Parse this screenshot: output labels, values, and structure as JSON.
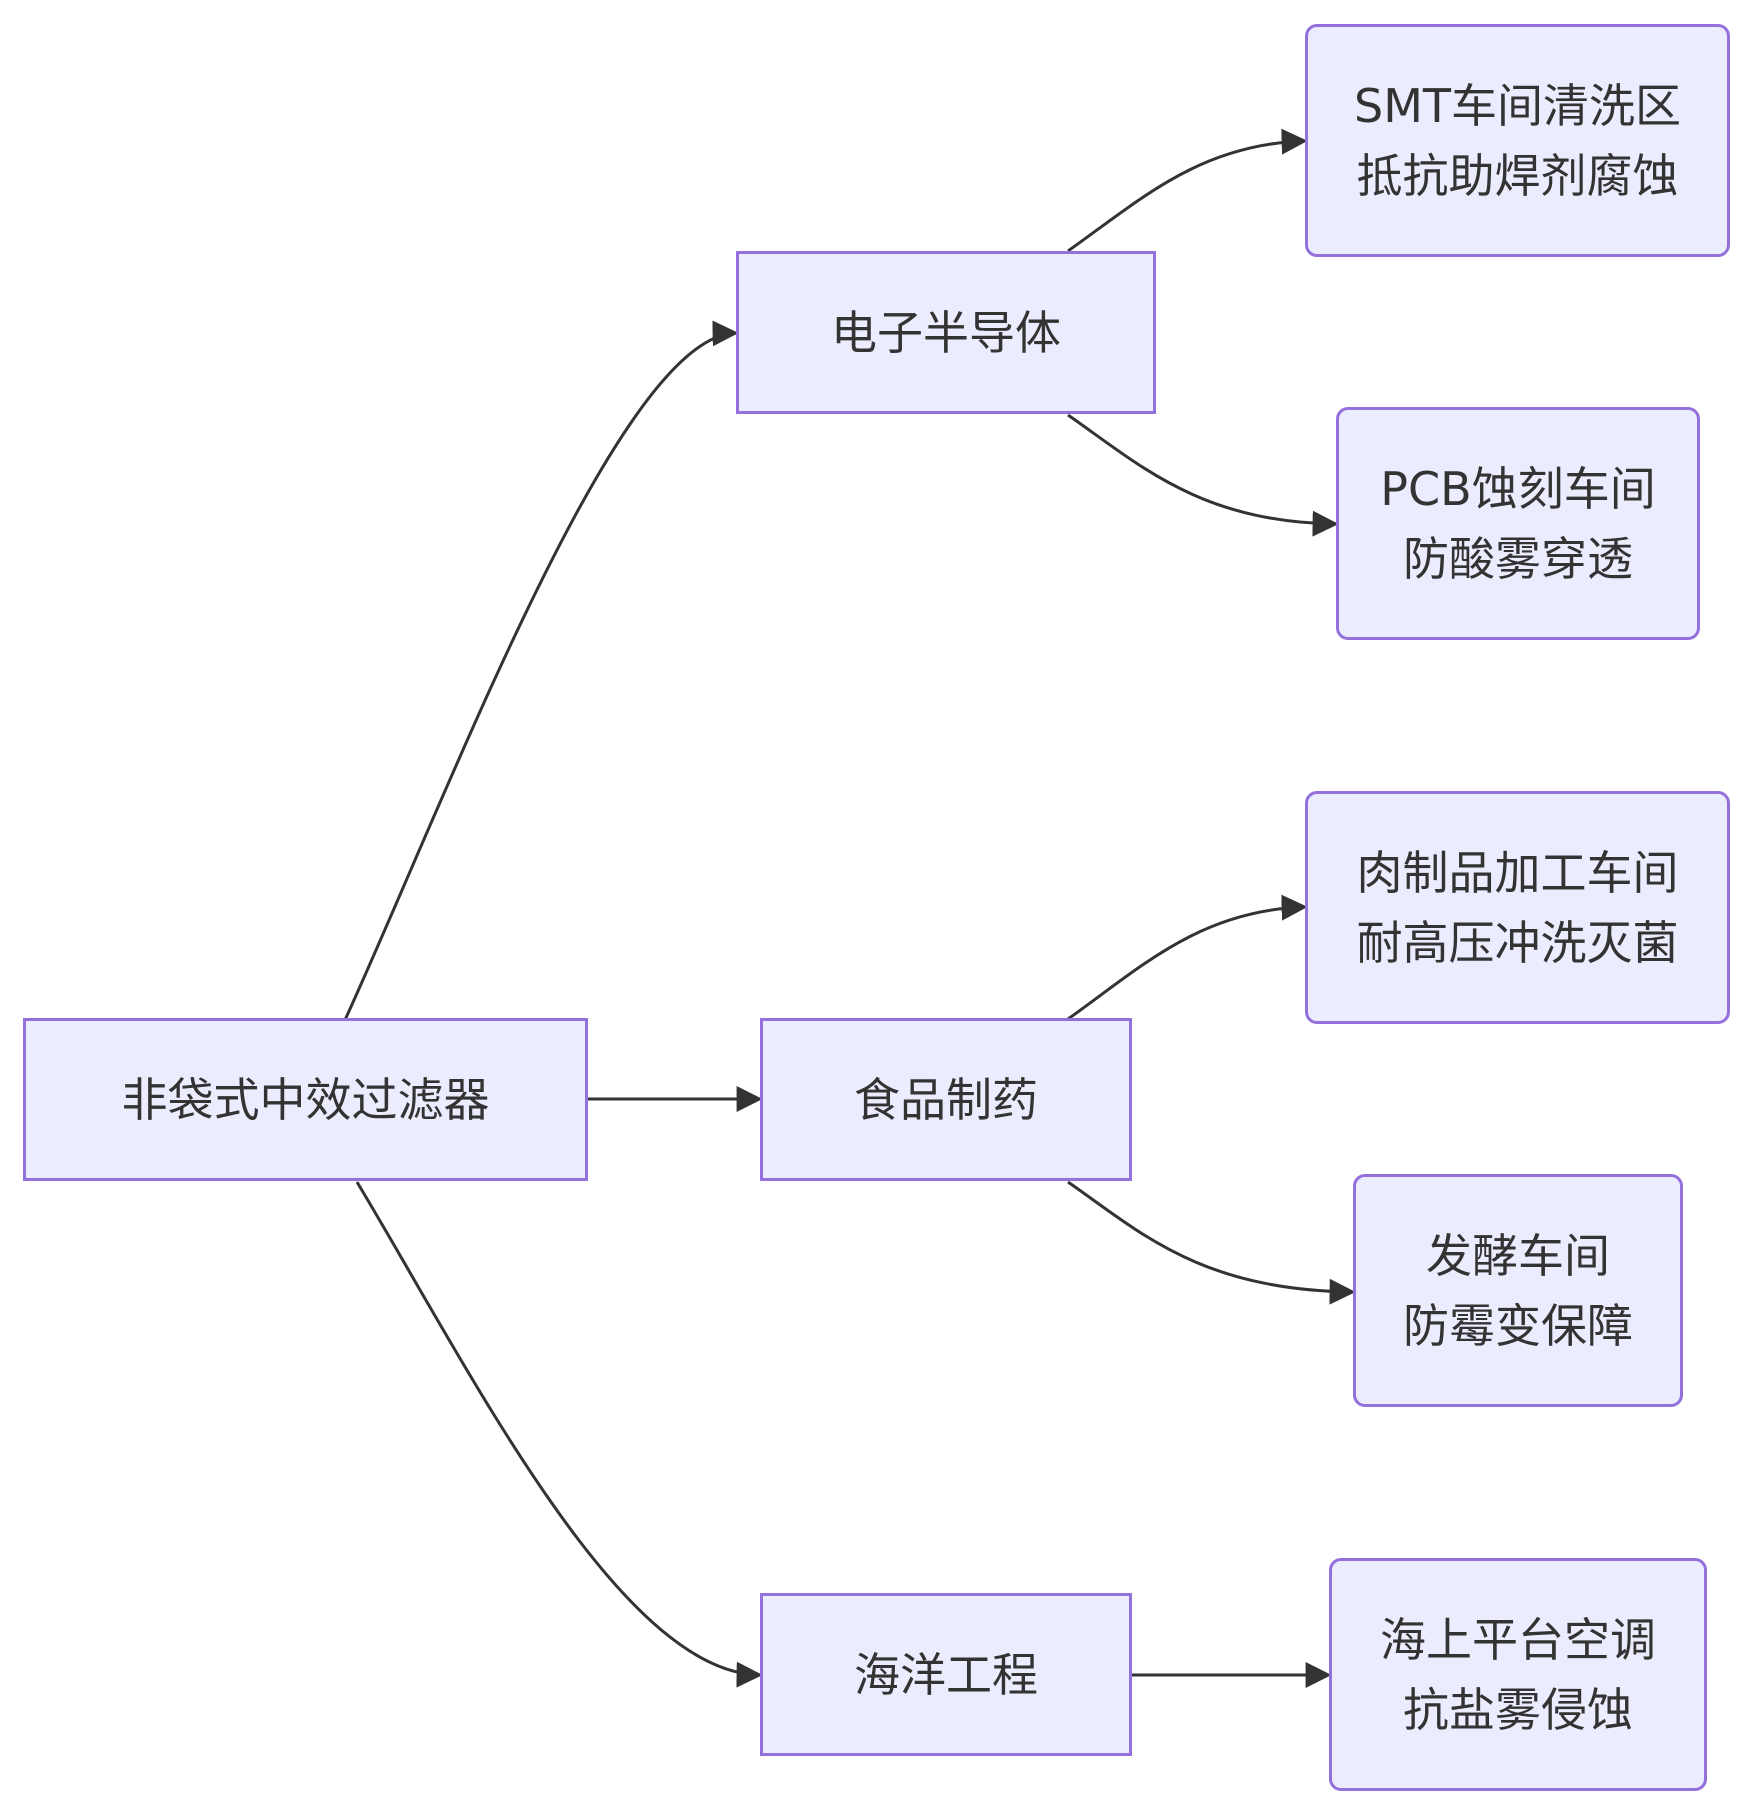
{
  "diagram": {
    "root": {
      "label": "非袋式中效过滤器"
    },
    "categories": [
      {
        "label": "电子半导体"
      },
      {
        "label": "食品制药"
      },
      {
        "label": "海洋工程"
      }
    ],
    "applications": [
      {
        "line1": "SMT车间清洗区",
        "line2": "抵抗助焊剂腐蚀"
      },
      {
        "line1": "PCB蚀刻车间",
        "line2": "防酸雾穿透"
      },
      {
        "line1": "肉制品加工车间",
        "line2": "耐高压冲洗灭菌"
      },
      {
        "line1": "发酵车间",
        "line2": "防霉变保障"
      },
      {
        "line1": "海上平台空调",
        "line2": "抗盐雾侵蚀"
      }
    ],
    "colors": {
      "node_fill": "#ececff",
      "node_border": "#9370db",
      "edge": "#333333",
      "text": "#333333"
    }
  }
}
